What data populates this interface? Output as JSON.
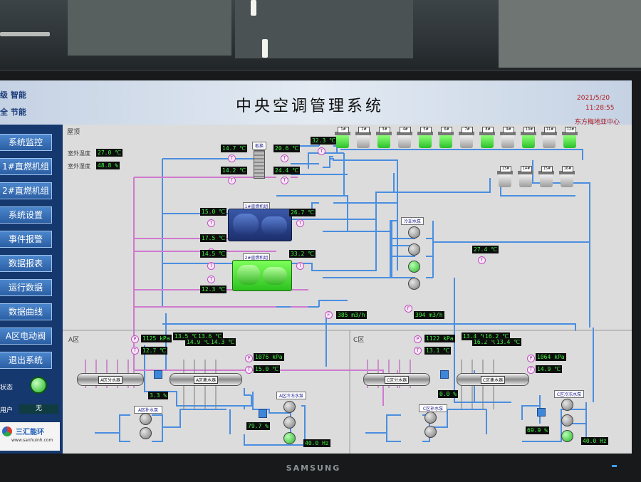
{
  "header": {
    "title": "中央空调管理系统",
    "left_line1": "级 智能",
    "left_line2": "全 节能",
    "date": "2021/5/20",
    "time": "11:28:55",
    "org": "东方梅地亚中心"
  },
  "sidebar": {
    "items": [
      {
        "label": "系统监控"
      },
      {
        "label": "1#直燃机组"
      },
      {
        "label": "2#直燃机组"
      },
      {
        "label": "系统设置"
      },
      {
        "label": "事件报警"
      },
      {
        "label": "数据报表"
      },
      {
        "label": "运行数据"
      },
      {
        "label": "数据曲线"
      },
      {
        "label": "A区电动阀"
      },
      {
        "label": "退出系统"
      }
    ],
    "status_label": "状态",
    "user_label": "用户",
    "user_value": "无",
    "logo_text": "三汇能环",
    "logo_url": "www.sanhuinh.com"
  },
  "roof": {
    "title": "屋顶",
    "outdoor_temp_label": "室外温度",
    "outdoor_temp": "27.0 ℃",
    "outdoor_hum_label": "室外湿度",
    "outdoor_hum": "48.8 %"
  },
  "exchanger": {
    "label": "板换",
    "t_left_top": "14.7 ℃",
    "t_right_top": "20.6 ℃",
    "t_left_bottom": "14.2 ℃",
    "t_right_bottom": "24.4 ℃"
  },
  "tower_supply": "32.3 ℃",
  "towers_row1": [
    {
      "id": "1#",
      "on": true
    },
    {
      "id": "2#",
      "on": false
    },
    {
      "id": "3#",
      "on": true
    },
    {
      "id": "4#",
      "on": false
    },
    {
      "id": "5#",
      "on": true
    },
    {
      "id": "6#",
      "on": true
    },
    {
      "id": "7#",
      "on": false
    },
    {
      "id": "8#",
      "on": true
    },
    {
      "id": "9#",
      "on": false
    },
    {
      "id": "10#",
      "on": true
    },
    {
      "id": "11#",
      "on": false
    },
    {
      "id": "12#",
      "on": true
    }
  ],
  "towers_row2": [
    {
      "id": "13#",
      "on": false
    },
    {
      "id": "14#",
      "on": false
    },
    {
      "id": "15#",
      "on": false
    },
    {
      "id": "16#",
      "on": false
    }
  ],
  "chiller1": {
    "label": "1#直燃机组",
    "in_temp": "15.0 ℃",
    "out_temp": "17.5 ℃",
    "cw_temp": "26.7 ℃"
  },
  "chiller2": {
    "label": "2#直燃机组",
    "in_temp": "14.5 ℃",
    "out_temp": "12.3 ℃",
    "cw_temp": "33.2 ℃"
  },
  "cooling_pumps": {
    "label": "冷却水泵",
    "return_temp": "27.4 ℃"
  },
  "flows": {
    "a": "385 m3/h",
    "c": "394 m3/h"
  },
  "zone_a": {
    "label": "A区",
    "pressure": "1125 kPa",
    "supply_temp": "12.7 ℃",
    "branch_temps": [
      "13.5 ℃",
      "14.9 ℃",
      "13.6 ℃",
      "14.3 ℃"
    ],
    "return_pressure": "1076 kPa",
    "return_temp": "15.0 ℃",
    "valve": "3.3 %",
    "splitter": "A区分水器",
    "collector": "A区集水器",
    "makeup": "A区补水泵",
    "pumps": "A区冷冻水泵",
    "vfd": "79.7 %",
    "freq": "40.0 Hz"
  },
  "zone_c": {
    "label": "C区",
    "pressure": "1122 kPa",
    "supply_temp": "13.1 ℃",
    "branch_temps": [
      "13.4 ℃",
      "16.2 ℃",
      "16.2 ℃",
      "13.4 ℃"
    ],
    "return_pressure": "1064 kPa",
    "return_temp": "14.9 ℃",
    "valve": "0.0 %",
    "splitter": "C区分水器",
    "collector": "C区集水器",
    "makeup": "C区补水泵",
    "pumps": "C区冷冻水泵",
    "vfd": "69.9 %",
    "freq": "40.0 Hz"
  },
  "monitor_brand": "SAMSUNG"
}
